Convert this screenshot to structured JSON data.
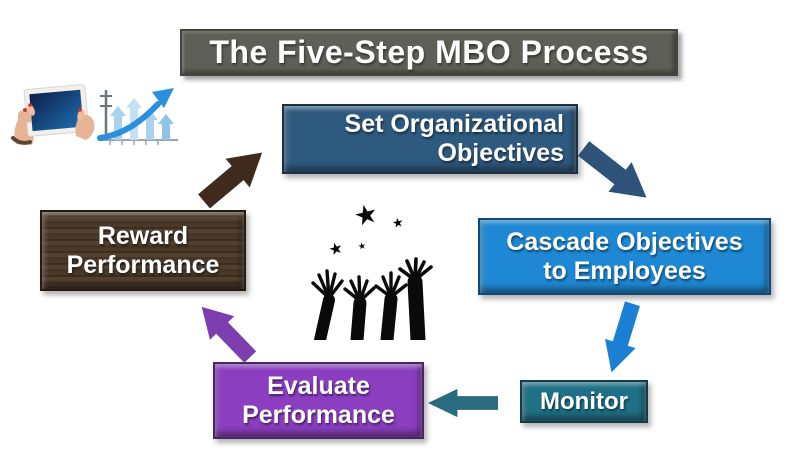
{
  "title": {
    "label": "The Five-Step MBO Process"
  },
  "steps": [
    {
      "name": "set-organizational-objectives",
      "lines": [
        "Set Organizational",
        "Objectives"
      ],
      "fill": "#2f5a80"
    },
    {
      "name": "cascade-objectives-to-employees",
      "lines": [
        "Cascade Objectives",
        "to Employees"
      ],
      "fill": "#1e88d4"
    },
    {
      "name": "monitor",
      "lines": [
        "Monitor"
      ],
      "fill": "#1f7086"
    },
    {
      "name": "evaluate-performance",
      "lines": [
        "Evaluate",
        "Performance"
      ],
      "fill": "#8b3fc0"
    },
    {
      "name": "reward-performance",
      "lines": [
        "Reward",
        "Performance"
      ],
      "fill": "#4a3829"
    }
  ],
  "arrows": [
    {
      "name": "arrow-set-to-cascade",
      "color": "#2e5278",
      "direction": "down-right"
    },
    {
      "name": "arrow-cascade-to-monitor",
      "color": "#1b7fd4",
      "direction": "down"
    },
    {
      "name": "arrow-monitor-to-evaluate",
      "color": "#2a6b80",
      "direction": "left"
    },
    {
      "name": "arrow-evaluate-to-reward",
      "color": "#7d3fb0",
      "direction": "up-left"
    },
    {
      "name": "arrow-reward-to-set",
      "color": "#3e2b1e",
      "direction": "up-right"
    }
  ],
  "decor": {
    "topleft_icons": [
      "tablet-hands-icon",
      "growth-chart-icon"
    ],
    "center_icon": "reaching-hands-stars-icon",
    "star_glyph": "★",
    "title_fill": "#5e6057"
  }
}
